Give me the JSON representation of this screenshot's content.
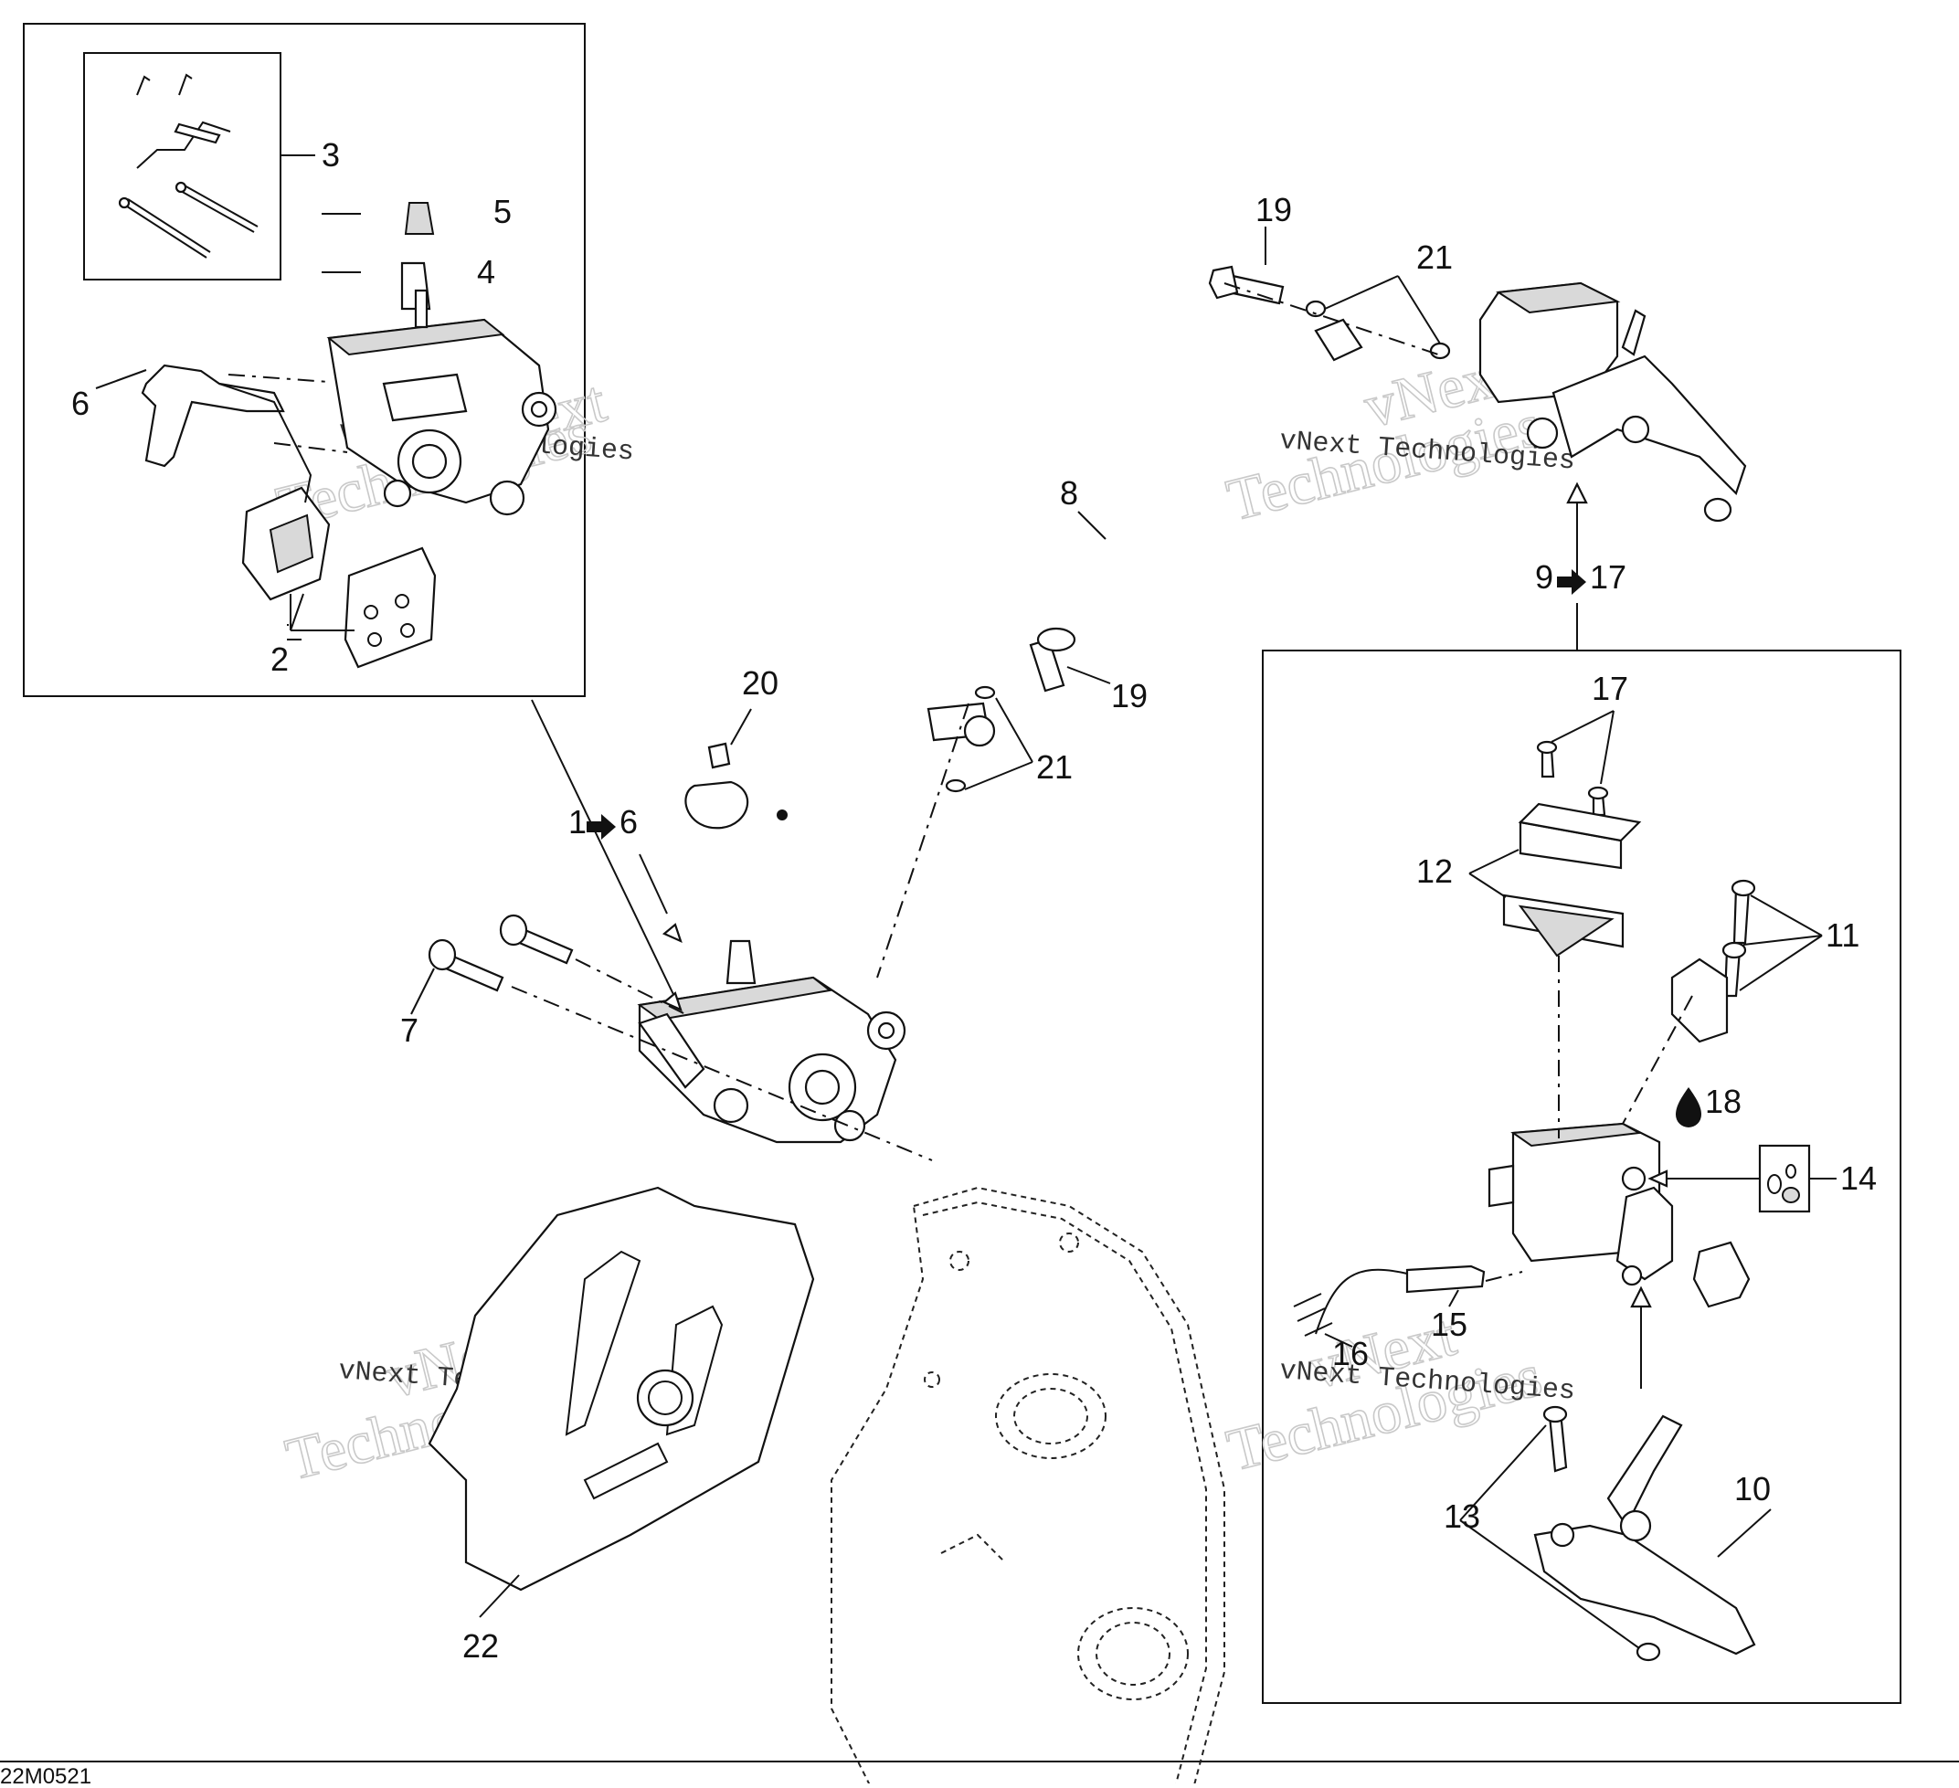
{
  "diagram": {
    "drawing_code": "22M0521",
    "watermark": {
      "big_line1": "vNext",
      "big_line2": "Technologies",
      "small": "vNext Technologies"
    },
    "callouts": {
      "c1_6": "1",
      "c1_6_to": "6",
      "c2": "2",
      "c3": "3",
      "c4": "4",
      "c5": "5",
      "c6": "6",
      "c7": "7",
      "c8": "8",
      "c9_17": "9",
      "c9_17_to": "17",
      "c10": "10",
      "c11": "11",
      "c12": "12",
      "c13": "13",
      "c14": "14",
      "c15": "15",
      "c16": "16",
      "c17": "17",
      "c18": "18",
      "c19_top": "19",
      "c19_mid": "19",
      "c20": "20",
      "c21_top": "21",
      "c21_mid": "21",
      "c22": "22"
    },
    "icons": [
      "arrow-right-icon",
      "oil-drop-icon",
      "seal-kit-icon"
    ]
  }
}
